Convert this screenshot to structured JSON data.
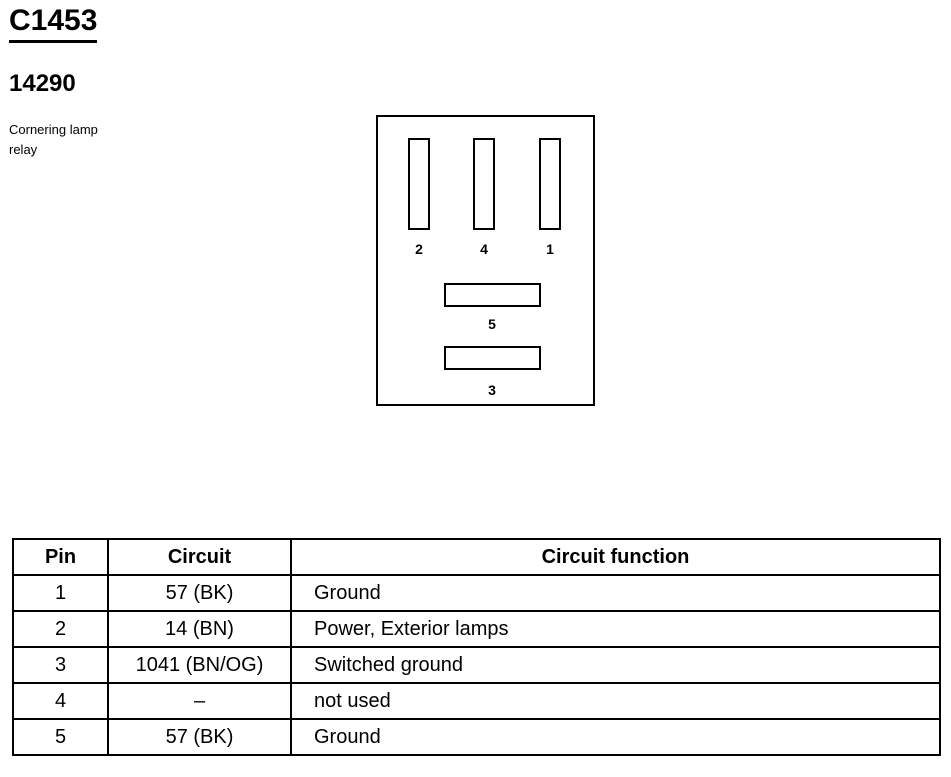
{
  "connector": {
    "id": "C1453",
    "part_number": "14290",
    "description": [
      "Cornering lamp",
      "relay"
    ]
  },
  "diagram": {
    "pin_labels": {
      "p2": "2",
      "p4": "4",
      "p1": "1",
      "p5": "5",
      "p3": "3"
    }
  },
  "table": {
    "headers": [
      "Pin",
      "Circuit",
      "Circuit function"
    ],
    "rows": [
      [
        "1",
        "57 (BK)",
        "Ground"
      ],
      [
        "2",
        "14 (BN)",
        "Power, Exterior lamps"
      ],
      [
        "3",
        "1041 (BN/OG)",
        "Switched ground"
      ],
      [
        "4",
        "–",
        "not used"
      ],
      [
        "5",
        "57 (BK)",
        "Ground"
      ]
    ]
  }
}
